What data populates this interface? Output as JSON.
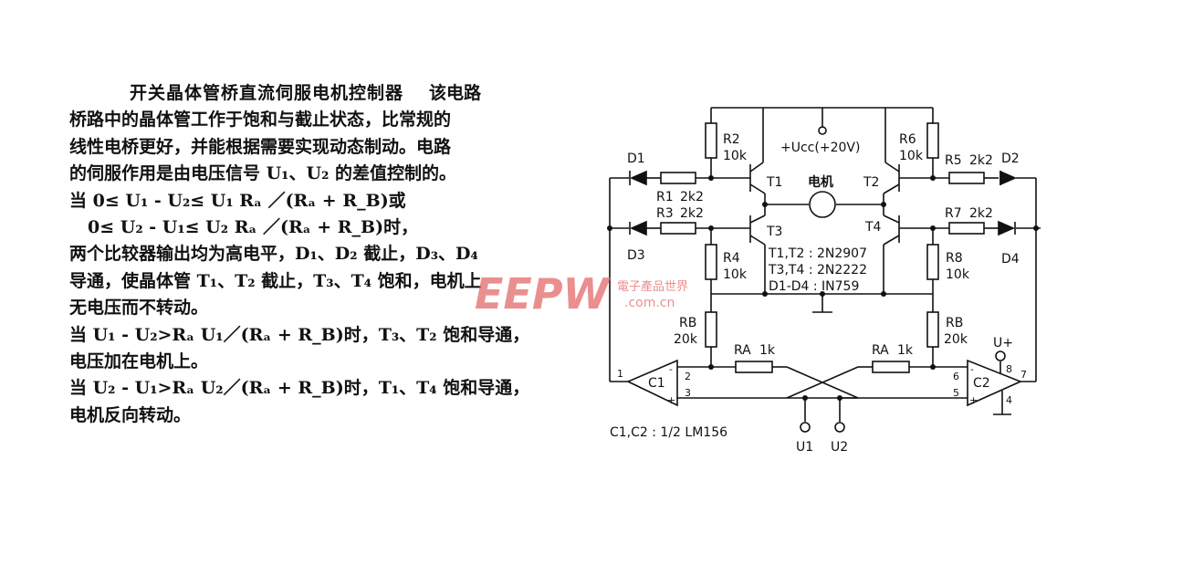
{
  "article": {
    "title": "开关晶体管桥直流伺服电机控制器",
    "lines": [
      "该电路",
      "桥路中的晶体管工作于饱和与截止状态，比常规的",
      "线性电桥更好，并能根据需要实现动态制动。电路",
      "的伺服作用是由电压信号 U₁、U₂ 的差值控制的。",
      "当 0≤ U₁ - U₂≤ U₁ Rₐ ／(Rₐ + R_B)或",
      "0≤ U₂ - U₁≤ U₂ Rₐ ／(Rₐ + R_B)时，",
      "两个比较器输出均为高电平，D₁、D₂ 截止，D₃、D₄",
      "导通，使晶体管 T₁、T₂ 截止，T₃、T₄ 饱和，电机上",
      "无电压而不转动。",
      "当 U₁ - U₂>Rₐ U₁／(Rₐ + R_B)时，T₃、T₂ 饱和导通，",
      "电压加在电机上。",
      "当 U₂ - U₁>Rₐ U₂／(Rₐ + R_B)时，T₁、T₄ 饱和导通，",
      "电机反向转动。"
    ]
  },
  "circuit": {
    "supply": "+Ucc(+20V)",
    "motor": "电机",
    "R2": "R2",
    "R2v": "10k",
    "R6": "R6",
    "R6v": "10k",
    "R1": "R1",
    "R1v": "2k2",
    "R3": "R3",
    "R3v": "2k2",
    "R5": "R5",
    "R5v": "2k2",
    "R7": "R7",
    "R7v": "2k2",
    "R4": "R4",
    "R4v": "10k",
    "R8": "R8",
    "R8v": "10k",
    "RB": "RB",
    "RBv": "20k",
    "RA": "RA",
    "RAv": "1k",
    "D1": "D1",
    "D2": "D2",
    "D3": "D3",
    "D4": "D4",
    "T1": "T1",
    "T2": "T2",
    "T3": "T3",
    "T4": "T4",
    "parts1": "T1,T2 : 2N2907",
    "parts2": "T3,T4 : 2N2222",
    "parts3": "D1-D4 : IN759",
    "C1": "C1",
    "C2": "C2",
    "comps": "C1,C2 : 1/2 LM156",
    "U1": "U1",
    "U2": "U2",
    "Uplus": "U+",
    "pin1": "1",
    "pin2": "2",
    "pin3": "3",
    "pin6": "6",
    "pin5": "5",
    "pin7": "7",
    "pin8": "8",
    "pin4": "4",
    "minus": "-",
    "plus": "+"
  },
  "watermark": {
    "logo": "EEPW",
    "cn": "電子產品世界",
    "url": ".com.cn"
  },
  "colors": {
    "ink": "#111111",
    "watermark": "#e46a6a"
  }
}
